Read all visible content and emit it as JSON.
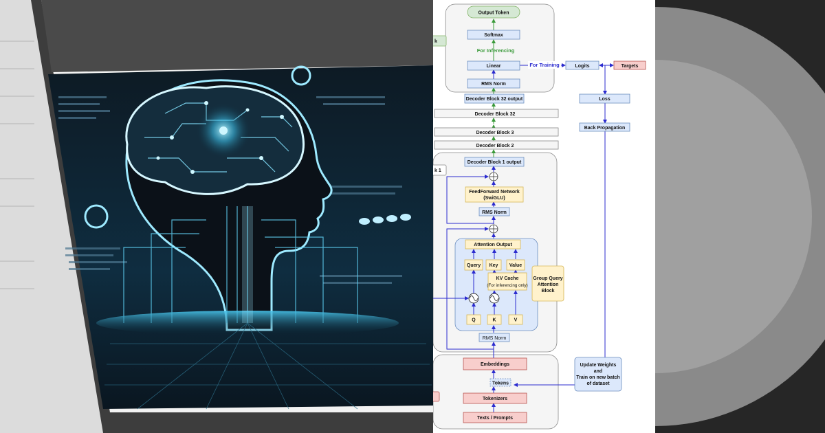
{
  "colors": {
    "blue_box": "#dce8fb",
    "blue_stroke": "#6c8ebf",
    "green_box": "#d5e8d4",
    "green_stroke": "#82b366",
    "red_box": "#f8cecc",
    "red_stroke": "#b85450",
    "yellow_box": "#fff2cc",
    "yellow_stroke": "#d6b656",
    "arrow_blue": "#2b2bcf",
    "arrow_green": "#3a9a3a",
    "group_bg": "#f5f5f5"
  },
  "nodes": {
    "output_token": "Output Token",
    "softmax": "Softmax",
    "for_inferencing": "For Inferencing",
    "linear": "Linear",
    "for_training": "For Training",
    "logits": "Logits",
    "targets": "Targets",
    "rms_norm_top": "RMS Norm",
    "loss": "Loss",
    "decoder_32_output": "Decoder Block 32 output",
    "decoder_32": "Decoder Block 32",
    "back_propagation": "Back Propagation",
    "dots": ":",
    "decoder_3": "Decoder Block 3",
    "decoder_2": "Decoder Block 2",
    "decoder_1_output": "Decoder Block 1 output",
    "ffn_line1": "FeedForward Network",
    "ffn_line2": "(SwiGLU)",
    "rms_norm_mid": "RMS Norm",
    "attention_output": "Attention Output",
    "query": "Query",
    "key": "Key",
    "value": "Value",
    "kv_cache_line1": "KV Cache",
    "kv_cache_line2": "(For inferencing only)",
    "gqa_line1": "Group Query",
    "gqa_line2": "Attention",
    "gqa_line3": "Block",
    "q": "Q",
    "k": "K",
    "v": "V",
    "rms_norm_bottom": "RMS Norm",
    "embeddings": "Embeddings",
    "tokens": "Tokens",
    "tokenizers": "Tokenizers",
    "texts_prompts": "Texts / Prompts",
    "update_line1": "Update Weights",
    "update_line2": "and",
    "update_line3": "Train on new batch",
    "update_line4": "of dataset",
    "left_cut_1": "k",
    "left_cut_2": "k 1"
  }
}
